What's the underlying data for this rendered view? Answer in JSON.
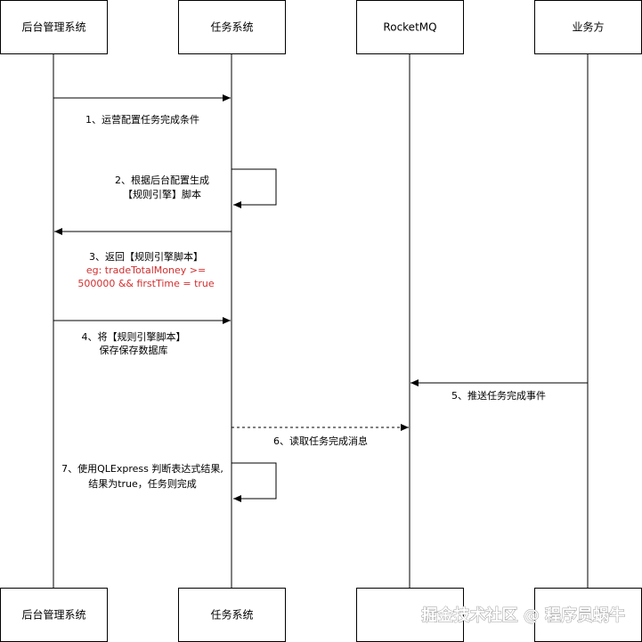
{
  "actors": [
    {
      "id": "admin",
      "label": "后台管理系统"
    },
    {
      "id": "task",
      "label": "任务系统"
    },
    {
      "id": "mq",
      "label": "RocketMQ"
    },
    {
      "id": "biz",
      "label": "业务方"
    }
  ],
  "messages": [
    {
      "id": "m1",
      "lines": [
        "1、运营配置任务完成条件"
      ]
    },
    {
      "id": "m2",
      "lines": [
        "2、根据后台配置生成",
        "【规则引擎】脚本"
      ]
    },
    {
      "id": "m3",
      "lines": [
        "3、返回【规则引擎脚本】"
      ],
      "red_lines": [
        "eg: tradeTotalMoney >=",
        "500000 && firstTime = true"
      ]
    },
    {
      "id": "m4",
      "lines": [
        "4、将【规则引擎脚本】",
        "保存保存数据库"
      ]
    },
    {
      "id": "m5",
      "lines": [
        "5、推送任务完成事件"
      ]
    },
    {
      "id": "m6",
      "lines": [
        "6、读取任务完成消息"
      ]
    },
    {
      "id": "m7",
      "lines": [
        "7、使用QLExpress 判断表达式结果,",
        "结果为true，任务则完成"
      ]
    }
  ],
  "watermark": "掘金技术社区 @ 程序员蜗牛",
  "colors": {
    "red": "#d32f2f",
    "line": "#000000"
  }
}
